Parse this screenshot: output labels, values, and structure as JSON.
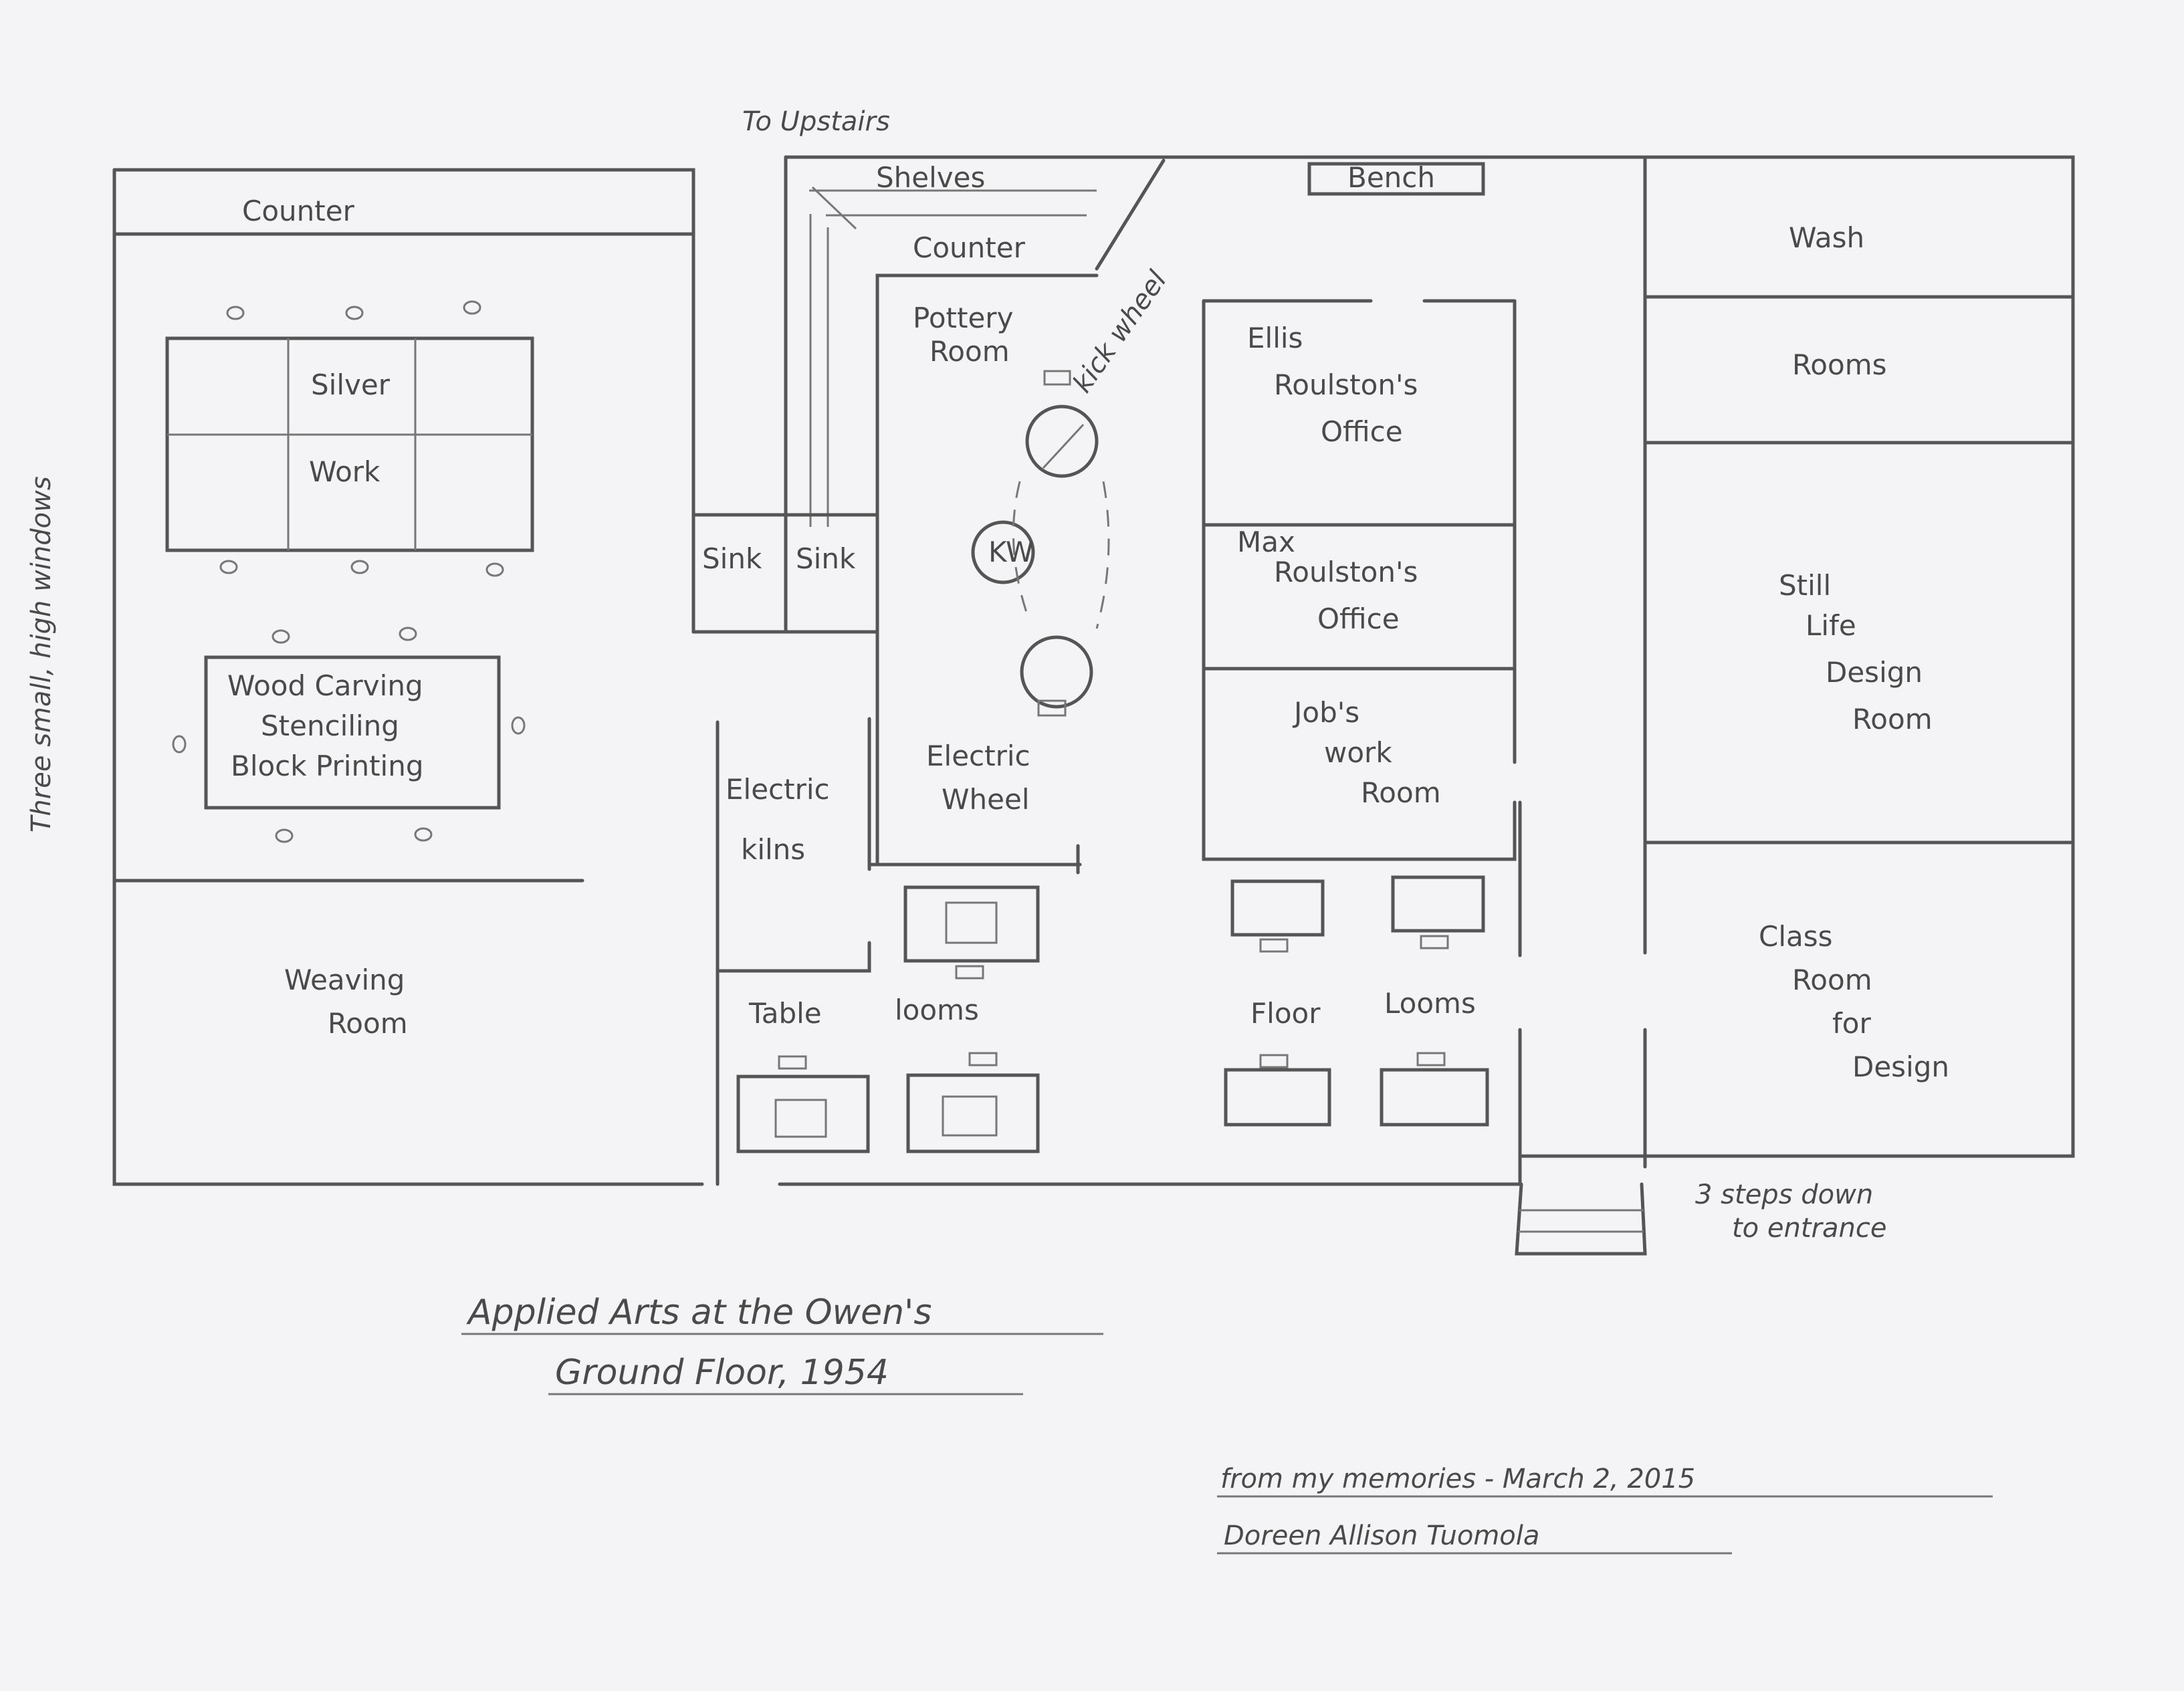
{
  "title": {
    "line1": "Applied Arts at the Owen's",
    "line2": "Ground Floor, 1954"
  },
  "signature": {
    "line1": "from my memories - March 2, 2015",
    "line2": "Doreen Allison Tuomola"
  },
  "notes": {
    "upstairs": "To Upstairs",
    "windows": "Three small, high windows",
    "steps_line1": "3 steps down",
    "steps_line2": "to entrance",
    "kick_wheel": "kick wheel",
    "kw": "KW"
  },
  "rooms": {
    "counter_left": "Counter",
    "silver_1": "Silver",
    "silver_2": "Work",
    "wood_1": "Wood Carving",
    "wood_2": "Stenciling",
    "wood_3": "Block Printing",
    "weaving_1": "Weaving",
    "weaving_2": "Room",
    "shelves": "Shelves",
    "counter_mid": "Counter",
    "pottery_1": "Pottery",
    "pottery_2": "Room",
    "sink_a": "Sink",
    "sink_b": "Sink",
    "kilns_1": "Electric",
    "kilns_2": "kilns",
    "wheel_1": "Electric",
    "wheel_2": "Wheel",
    "table_looms_1": "Table",
    "table_looms_2": "looms",
    "bench": "Bench",
    "ellis_1": "Ellis",
    "ellis_2": "Roulston's",
    "ellis_3": "Office",
    "max_1": "Max",
    "max_2": "Roulston's",
    "max_3": "Office",
    "jobs_1": "Job's",
    "jobs_2": "work",
    "jobs_3": "Room",
    "floor_looms_1": "Floor",
    "floor_looms_2": "Looms",
    "wash": "Wash",
    "wash_rooms": "Rooms",
    "still_1": "Still",
    "still_2": "Life",
    "still_3": "Design",
    "still_4": "Room",
    "class_1": "Class",
    "class_2": "Room",
    "class_3": "for",
    "class_4": "Design"
  }
}
